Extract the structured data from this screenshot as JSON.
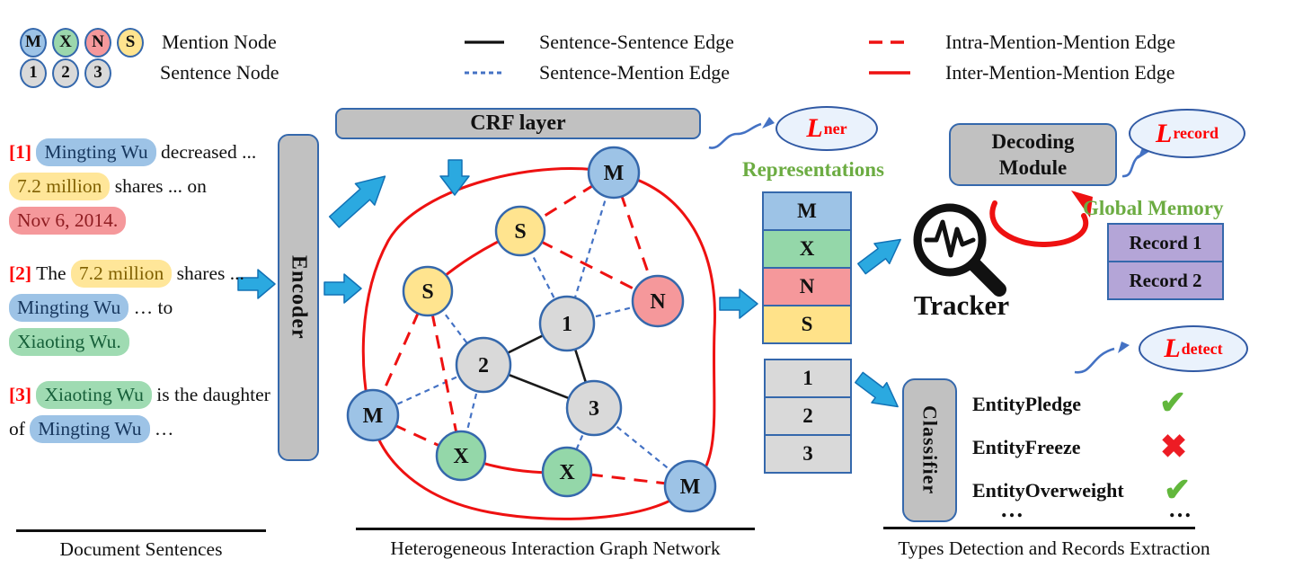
{
  "legend": {
    "mention_nodes": [
      {
        "label": "M",
        "color": "blue"
      },
      {
        "label": "X",
        "color": "green"
      },
      {
        "label": "N",
        "color": "red"
      },
      {
        "label": "S",
        "color": "yellow"
      }
    ],
    "mention_label": "Mention Node",
    "sentence_nodes": [
      {
        "label": "1"
      },
      {
        "label": "2"
      },
      {
        "label": "3"
      }
    ],
    "sentence_label": "Sentence Node",
    "edges": [
      {
        "style": "black-solid",
        "label": "Sentence-Sentence Edge"
      },
      {
        "style": "blue-dashed",
        "label": "Sentence-Mention Edge"
      },
      {
        "style": "red-dashed",
        "label": "Intra-Mention-Mention Edge"
      },
      {
        "style": "red-solid",
        "label": "Inter-Mention-Mention Edge"
      }
    ]
  },
  "document": {
    "caption": "Document Sentences",
    "sentences": [
      {
        "tag": "[1]",
        "parts": [
          {
            "t": "Mingting Wu",
            "h": "blue"
          },
          {
            "t": " decreased ... ",
            "h": ""
          },
          {
            "t": "7.2 million",
            "h": "yellow"
          },
          {
            "t": " shares ... on ",
            "h": ""
          },
          {
            "t": "Nov 6, 2014.",
            "h": "red"
          }
        ]
      },
      {
        "tag": "[2]",
        "parts": [
          {
            "t": "The ",
            "h": ""
          },
          {
            "t": "7.2 million",
            "h": "yellow"
          },
          {
            "t": " shares ... ",
            "h": ""
          },
          {
            "t": "Mingting Wu",
            "h": "blue"
          },
          {
            "t": " … to ",
            "h": ""
          },
          {
            "t": "Xiaoting Wu.",
            "h": "green"
          }
        ]
      },
      {
        "tag": "[3]",
        "parts": [
          {
            "t": "Xiaoting Wu",
            "h": "green"
          },
          {
            "t": " is the daughter of ",
            "h": ""
          },
          {
            "t": "Mingting Wu",
            "h": "blue"
          },
          {
            "t": " …",
            "h": ""
          }
        ]
      }
    ]
  },
  "pipeline": {
    "encoder": "Encoder",
    "crf": "CRF layer",
    "tracker": "Tracker",
    "decoding_line1": "Decoding",
    "decoding_line2": "Module",
    "classifier": "Classifier"
  },
  "losses": {
    "ner": {
      "sym": "L",
      "sub": "ner"
    },
    "record": {
      "sym": "L",
      "sub": "record"
    },
    "detect": {
      "sym": "L",
      "sub": "detect"
    }
  },
  "graph": {
    "caption": "Heterogeneous Interaction Graph Network",
    "nodes": [
      {
        "label": "M",
        "type": "mention-blue"
      },
      {
        "label": "S",
        "type": "mention-yellow"
      },
      {
        "label": "S",
        "type": "mention-yellow"
      },
      {
        "label": "N",
        "type": "mention-red"
      },
      {
        "label": "1",
        "type": "sentence"
      },
      {
        "label": "2",
        "type": "sentence"
      },
      {
        "label": "3",
        "type": "sentence"
      },
      {
        "label": "M",
        "type": "mention-blue"
      },
      {
        "label": "X",
        "type": "mention-green"
      },
      {
        "label": "X",
        "type": "mention-green"
      },
      {
        "label": "M",
        "type": "mention-blue"
      }
    ]
  },
  "representations": {
    "title": "Representations",
    "mention_stack": [
      "M",
      "X",
      "N",
      "S"
    ],
    "sentence_stack": [
      "1",
      "2",
      "3"
    ]
  },
  "memory": {
    "title": "Global Memory",
    "records": [
      "Record 1",
      "Record 2"
    ]
  },
  "detection": {
    "caption": "Types Detection and Records Extraction",
    "rows": [
      {
        "label": "EntityPledge",
        "mark": "✔",
        "status": "check"
      },
      {
        "label": "EntityFreeze",
        "mark": "✖",
        "status": "cross"
      },
      {
        "label": "EntityOverweight",
        "mark": "✔",
        "status": "check"
      }
    ],
    "ellipsis_left": "…",
    "ellipsis_right": "…"
  },
  "colors": {
    "arrow_blue": "#2BA9E0",
    "edge_blue": "#4472C4",
    "edge_red": "#FF0000",
    "node_blue": "#9DC3E6",
    "node_green": "#9BD7AC",
    "node_red": "#F5989B",
    "node_yellow": "#FFE48F",
    "node_gray": "#D9D9D9",
    "box_gray": "#C1C1C1",
    "record_purple": "#B4A5D7",
    "label_green": "#6CAC42",
    "check_green": "#62B73C",
    "cross_red": "#ED1C24"
  }
}
